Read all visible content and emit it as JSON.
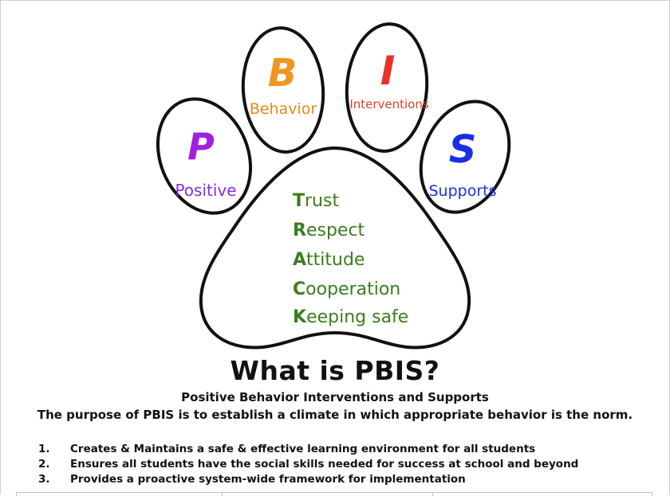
{
  "paw": {
    "toes": [
      {
        "letter": "P",
        "word": "Positive",
        "color": "#a020e0",
        "word_color": "#8a2be2"
      },
      {
        "letter": "B",
        "word": "Behavior",
        "color": "#f0961e",
        "word_color": "#e8891a"
      },
      {
        "letter": "I",
        "word": "Interventions",
        "color": "#e8322a",
        "word_color": "#e0402a"
      },
      {
        "letter": "S",
        "word": "Supports",
        "color": "#1a2ee6",
        "word_color": "#1a2ee6"
      }
    ],
    "track": [
      {
        "initial": "T",
        "rest": "rust"
      },
      {
        "initial": "R",
        "rest": "espect"
      },
      {
        "initial": "A",
        "rest": "ttitude"
      },
      {
        "initial": "C",
        "rest": "ooperation"
      },
      {
        "initial": "K",
        "rest": "eeping safe"
      }
    ],
    "track_color": "#3a7d1e"
  },
  "heading": "What is PBIS?",
  "subheading": "Positive Behavior Interventions and Supports",
  "purpose": "The purpose of PBIS is to establish a climate in which appropriate behavior is the norm.",
  "points": [
    {
      "num": "1.",
      "text": "Creates & Maintains a safe & effective learning environment for all students"
    },
    {
      "num": "2.",
      "text": "Ensures all students have the social skills needed for success at school and beyond"
    },
    {
      "num": "3.",
      "text": "Provides a proactive system-wide framework for implementation"
    }
  ]
}
